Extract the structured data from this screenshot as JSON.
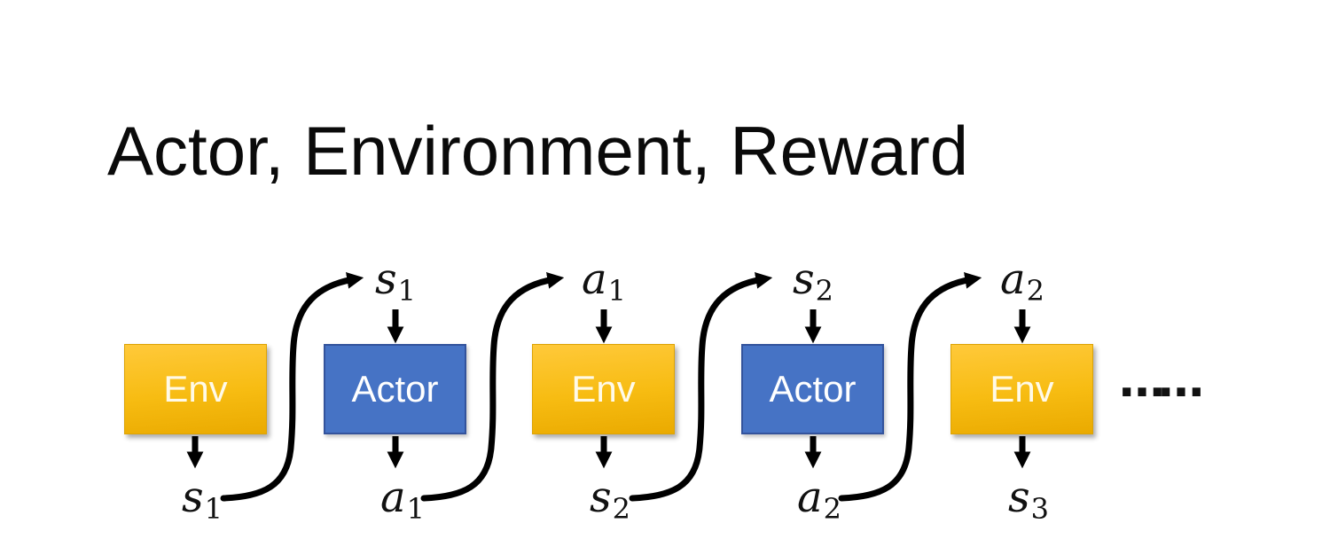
{
  "title": "Actor, Environment, Reward",
  "colors": {
    "background": "#FFFFFF",
    "title_color": "#0A0A0A",
    "env_top": "#FFC93A",
    "env_bottom": "#EAAA00",
    "env_border": "#DCA306",
    "env_text": "#FFFAE8",
    "actor_fill": "#4673C5",
    "actor_border": "#33539C",
    "actor_text": "#FFFFFF",
    "arrow_color": "#000000",
    "label_color": "#111111"
  },
  "diagram": {
    "boxes": [
      {
        "type": "env",
        "label": "Env"
      },
      {
        "type": "actor",
        "label": "Actor"
      },
      {
        "type": "env",
        "label": "Env"
      },
      {
        "type": "actor",
        "label": "Actor"
      },
      {
        "type": "env",
        "label": "Env"
      }
    ],
    "top_labels": [
      {
        "base": "s",
        "sub": "1"
      },
      {
        "base": "a",
        "sub": "1"
      },
      {
        "base": "s",
        "sub": "2"
      },
      {
        "base": "a",
        "sub": "2"
      }
    ],
    "bottom_labels": [
      {
        "base": "s",
        "sub": "1"
      },
      {
        "base": "a",
        "sub": "1"
      },
      {
        "base": "s",
        "sub": "2"
      },
      {
        "base": "a",
        "sub": "2"
      },
      {
        "base": "s",
        "sub": "3"
      }
    ],
    "ellipsis": "……"
  }
}
